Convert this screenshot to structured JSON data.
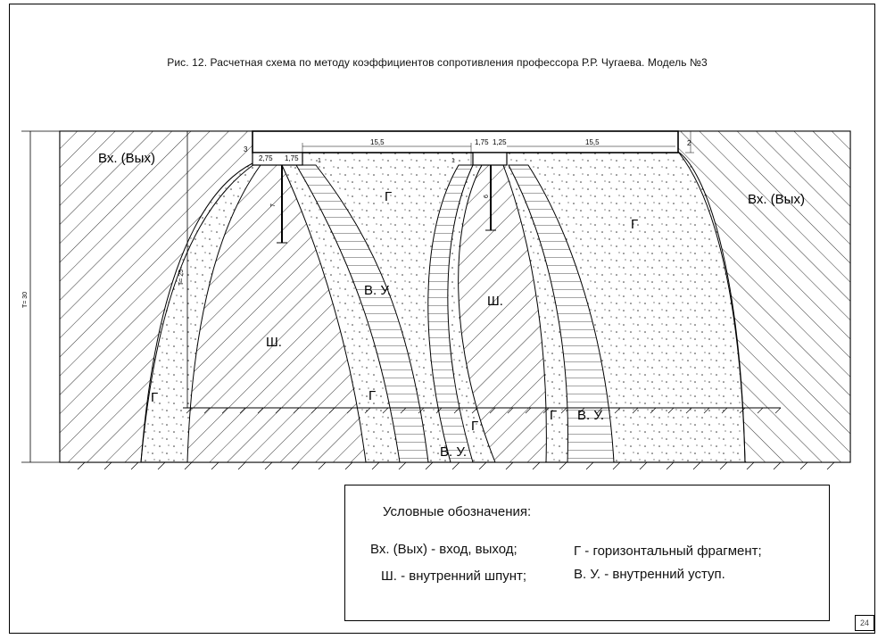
{
  "title": "Рис. 12. Расчетная схема по методу коэффициентов сопротивления  профессора Р.Р. Чугаева.  Модель №3",
  "zones": {
    "entry_left": "Вх. (Вых)",
    "entry_right": "Вх. (Вых)",
    "g_center": "Г",
    "g_right": "Г",
    "vu_upper": "В. У.",
    "sh_right": "Ш.",
    "sh_left": "Ш.",
    "g_far_left": "Г",
    "g_mid_left": "Г",
    "g_bottom_mid": "Г",
    "g_bottom_right": "Г",
    "vu_right": "В. У.",
    "vu_bottom": "В. У."
  },
  "dimensions": {
    "d_2_75": "2,75",
    "d_1_75_left": "1,75",
    "d_15_5_left": "15,5",
    "d_1_75_mid": "1,75",
    "d_1_25": "1,25",
    "d_15_5_right": "15,5",
    "d_2": "2",
    "d_3": "3",
    "d_1_left": "1",
    "d_1_mid": "1",
    "d_7": "7",
    "d_6": "6",
    "t_30": "T= 30",
    "t_25": "T= 25"
  },
  "legend": {
    "heading": "Условные обозначения:",
    "items": [
      "Вх. (Вых) - вход, выход;",
      "Г - горизонтальный фрагмент;",
      "Ш. -  внутренний шпунт;",
      "В. У. - внутренний уступ."
    ]
  },
  "page_number": "24"
}
